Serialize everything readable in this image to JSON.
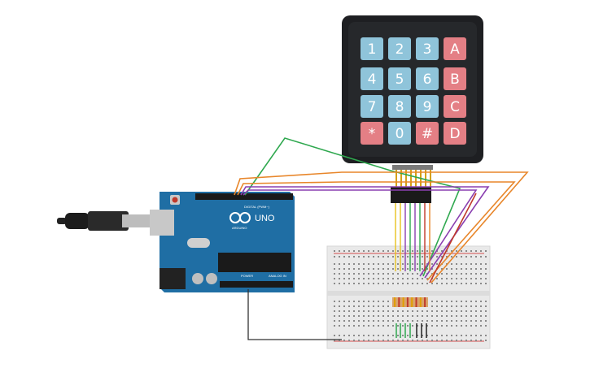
{
  "keypad": {
    "rows": [
      [
        "1",
        "2",
        "3",
        "A"
      ],
      [
        "4",
        "5",
        "6",
        "B"
      ],
      [
        "7",
        "8",
        "9",
        "C"
      ],
      [
        "*",
        "0",
        "#",
        "D"
      ]
    ],
    "colors": {
      "digit": "#8fc4da",
      "symbol": "#e47f85",
      "body": "#26282b"
    }
  },
  "arduino": {
    "model_label": "UNO",
    "brand_label": "ARDUINO",
    "digital_label": "DIGITAL (PWM~)",
    "power_label": "POWER",
    "analog_label": "ANALOG IN",
    "board_color": "#1f6ea4"
  },
  "wires": {
    "colors": [
      "#2fa84f",
      "#e8862a",
      "#8a3fb0",
      "#c0392b",
      "#e8c21c"
    ]
  }
}
